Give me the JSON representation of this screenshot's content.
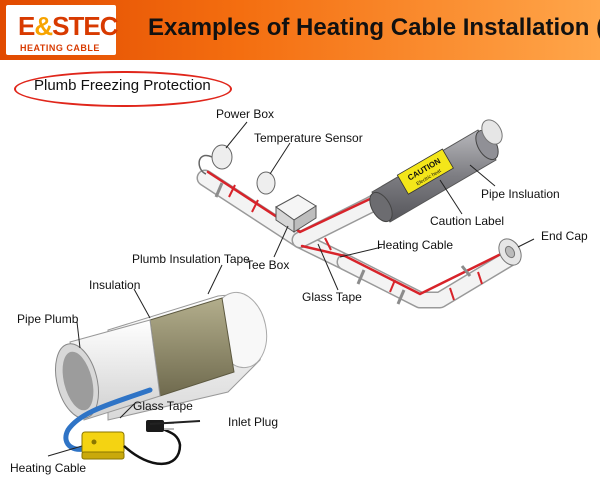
{
  "header": {
    "logo_main_1": "E",
    "logo_amp": "&",
    "logo_main_2": "STEC",
    "logo_sub": "HEATING CABLE",
    "title": "Examples of Heating Cable Installation (I)"
  },
  "section": {
    "label": "Plumb Freezing Protection"
  },
  "caution_label": {
    "heading": "CAUTION",
    "sub": "Electric heat"
  },
  "labels": {
    "power_box": "Power Box",
    "temperature_sensor": "Temperature Sensor",
    "pipe_insulation": "Pipe Insluation",
    "caution_label": "Caution Label",
    "end_cap": "End Cap",
    "heating_cable_top": "Heating Cable",
    "tee_box": "Tee Box",
    "glass_tape_top": "Glass Tape",
    "plumb_insulation_tape": "Plumb Insulation Tape",
    "insulation": "Insulation",
    "pipe_plumb": "Pipe Plumb",
    "glass_tape_bottom": "Glass Tape",
    "inlet_plug": "Inlet Plug",
    "heating_cable_bottom": "Heating Cable"
  },
  "colors": {
    "header_start": "#e14a00",
    "header_end": "#ffa64a",
    "cable_red": "#d8232a",
    "oval_red": "#e0261b",
    "caution_yellow": "#f3e61a",
    "insulation_olive": "#8a8566",
    "cable_blue": "#2f74c6"
  }
}
